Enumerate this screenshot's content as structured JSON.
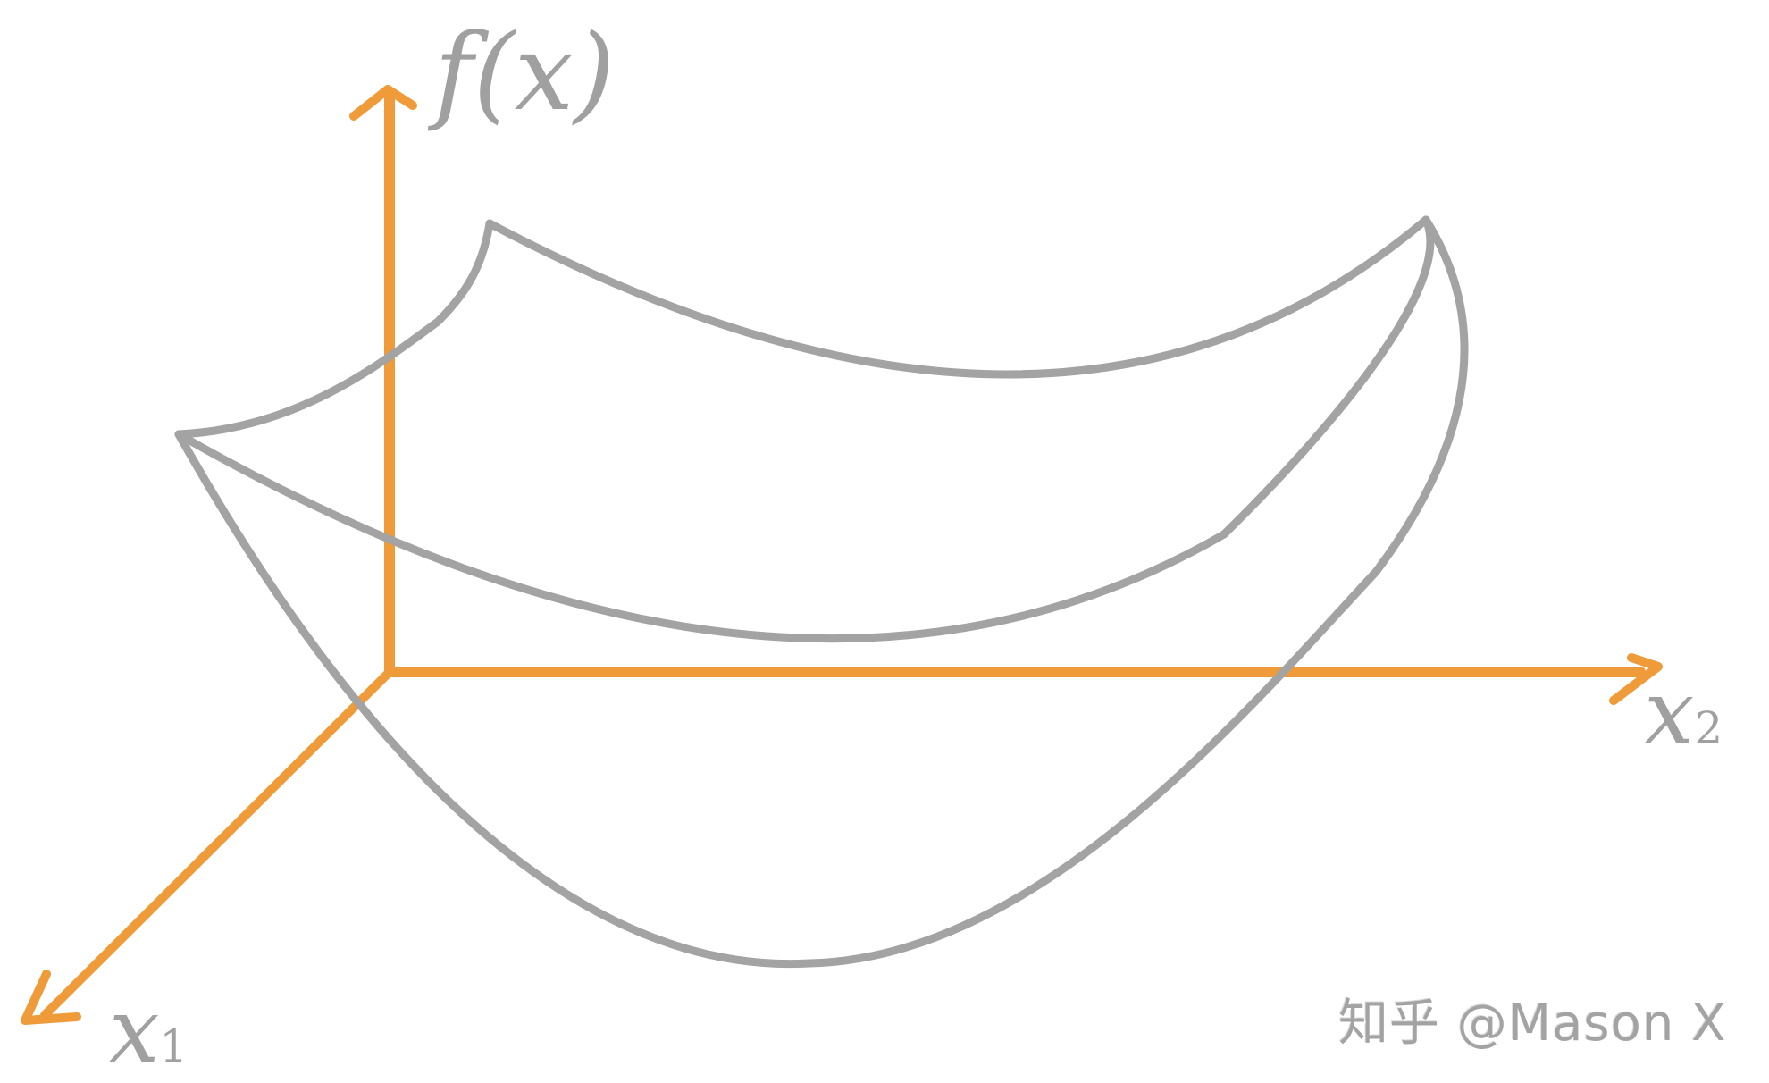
{
  "diagram": {
    "axes": {
      "vertical_label_main": "f",
      "vertical_label_arg": "(x)",
      "right_label_main": "x",
      "right_label_sub": "2",
      "left_label_main": "x",
      "left_label_sub": "1"
    },
    "watermark": "知乎 @Mason X",
    "colors": {
      "axis": "#ef9b3a",
      "surface": "#a3a3a3",
      "labels": "#a0a0a0",
      "background": "#ffffff"
    }
  }
}
